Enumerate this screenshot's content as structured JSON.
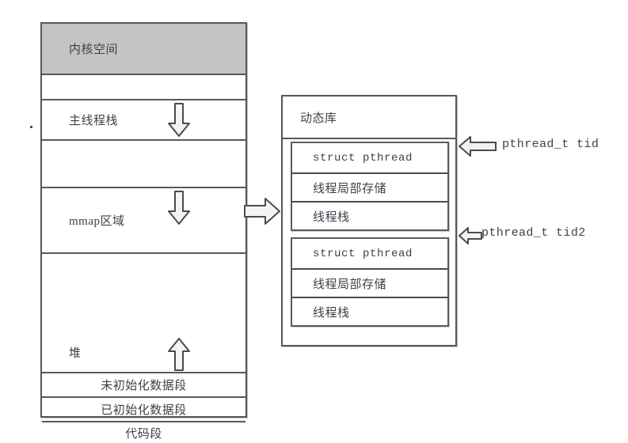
{
  "diagram": {
    "title": "Linux process virtual memory layout with pthread structures",
    "colors": {
      "kernel_band_fill": "#c4c4c4",
      "box_border": "#55555d",
      "text": "#3f3f4a",
      "arrow_fill": "#f2f2f2",
      "arrow_stroke": "#4a4a54",
      "background": "#ffffff"
    }
  },
  "process_box": {
    "name": "process-address-space",
    "segments": [
      {
        "id": "kernel-space",
        "label": "内核空间",
        "style": "cjk",
        "align": "indent"
      },
      {
        "id": "gap-1",
        "label": "",
        "style": "cjk",
        "align": "indent"
      },
      {
        "id": "main-thread-stack",
        "label": "主线程栈",
        "style": "cjk",
        "align": "indent"
      },
      {
        "id": "gap-2",
        "label": "",
        "style": "cjk",
        "align": "indent"
      },
      {
        "id": "mmap-region",
        "label": "mmap区域",
        "style": "cjk",
        "align": "indent"
      },
      {
        "id": "heap",
        "label": "堆",
        "style": "cjk",
        "align": "indent"
      },
      {
        "id": "bss-segment",
        "label": "未初始化数据段",
        "style": "cjk",
        "align": "center"
      },
      {
        "id": "data-segment",
        "label": "已初始化数据段",
        "style": "cjk",
        "align": "center"
      },
      {
        "id": "text-segment",
        "label": "代码段",
        "style": "cjk",
        "align": "center"
      }
    ]
  },
  "library_box": {
    "name": "dynamic-library",
    "title": "动态库",
    "threads": [
      {
        "id": "thread-1",
        "rows": [
          {
            "id": "struct-pthread-1",
            "label": "struct pthread",
            "style": "mono"
          },
          {
            "id": "thread-local-store-1",
            "label": "线程局部存储",
            "style": "cjk"
          },
          {
            "id": "thread-stack-1",
            "label": "线程栈",
            "style": "cjk"
          }
        ]
      },
      {
        "id": "thread-2",
        "rows": [
          {
            "id": "struct-pthread-2",
            "label": "struct pthread",
            "style": "mono"
          },
          {
            "id": "thread-local-store-2",
            "label": "线程局部存储",
            "style": "cjk"
          },
          {
            "id": "thread-stack-2",
            "label": "线程栈",
            "style": "cjk"
          }
        ]
      }
    ]
  },
  "annotations": {
    "tid_label": "pthread_t tid",
    "tid2_label": "pthread_t tid2"
  },
  "arrows": {
    "main_stack_grow": "arrow-down-icon",
    "mmap_grow": "arrow-down-icon",
    "heap_grow": "arrow-up-icon",
    "mmap_to_library": "arrow-right-icon",
    "tid_pointer": "arrow-left-icon",
    "tid2_pointer": "arrow-left-icon"
  }
}
